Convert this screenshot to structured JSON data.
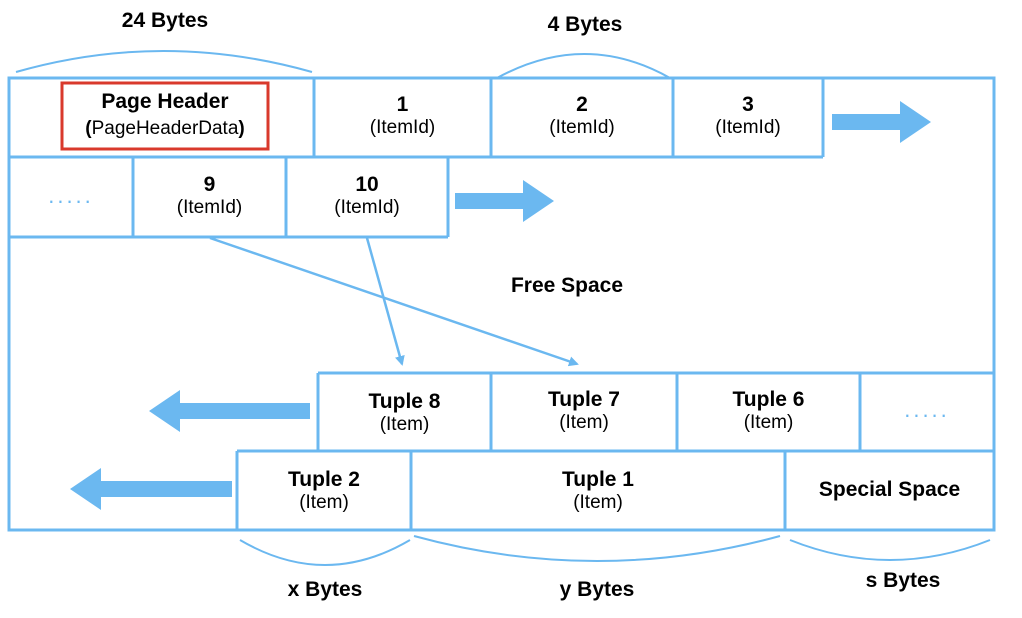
{
  "sizes": {
    "header_bytes": "24 Bytes",
    "itemid_bytes": "4 Bytes",
    "x_bytes": "x Bytes",
    "y_bytes": "y Bytes",
    "s_bytes": "s Bytes"
  },
  "header": {
    "title": "Page Header",
    "paren_open": "(",
    "struct": "PageHeaderData",
    "paren_close": ")"
  },
  "item_ids": [
    {
      "num": "1",
      "label": "(ItemId)"
    },
    {
      "num": "2",
      "label": "(ItemId)"
    },
    {
      "num": "3",
      "label": "(ItemId)"
    },
    {
      "num": "9",
      "label": "(ItemId)"
    },
    {
      "num": "10",
      "label": "(ItemId)"
    }
  ],
  "ellipsis": ".....",
  "free_space": "Free Space",
  "tuples": [
    {
      "name": "Tuple 8",
      "label": "(Item)"
    },
    {
      "name": "Tuple 7",
      "label": "(Item)"
    },
    {
      "name": "Tuple 6",
      "label": "(Item)"
    },
    {
      "name": "Tuple 2",
      "label": "(Item)"
    },
    {
      "name": "Tuple 1",
      "label": "(Item)"
    }
  ],
  "special_space": "Special Space",
  "colors": {
    "grid": "#6bb8f0",
    "arrow": "#6bb8f0",
    "header_highlight": "#d9392c"
  }
}
